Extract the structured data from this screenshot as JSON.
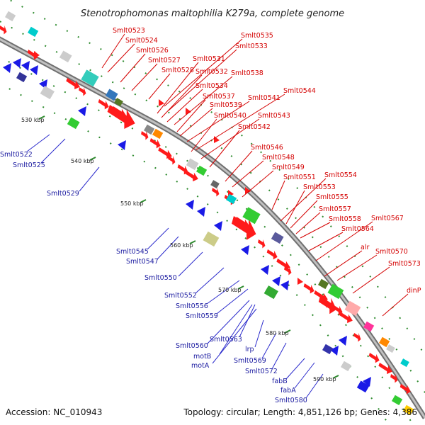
{
  "title": "Stenotrophomonas maltophilia K279a, complete genome",
  "accession": "Accession: NC_010943",
  "topology": "Topology: circular; Length: 4,851,126 bp; Genes: 4,386",
  "kbp_marks": [
    {
      "label": "530 kbp"
    },
    {
      "label": "540 kbp"
    },
    {
      "label": "550 kbp"
    },
    {
      "label": "560 kbp"
    },
    {
      "label": "570 kbp"
    },
    {
      "label": "580 kbp"
    },
    {
      "label": "590 kbp"
    }
  ],
  "forward_labels": [
    "Smlt0523",
    "Smlt0524",
    "Smlt0526",
    "Smlt0527",
    "Smlt0528",
    "Smlt0531",
    "Smlt0532",
    "Smlt0534",
    "Smlt0535",
    "Smlt0533",
    "Smlt0538",
    "Smlt0537",
    "Smlt0539",
    "Smlt0541",
    "Smlt0544",
    "Smlt0540",
    "Smlt0543",
    "Smlt0542",
    "Smlt0546",
    "Smlt0548",
    "Smlt0549",
    "Smlt0551",
    "Smlt0554",
    "Smlt0553",
    "Smlt0555",
    "Smlt0557",
    "Smlt0558",
    "Smlt0567",
    "Smlt0564",
    "alr",
    "Smlt0570",
    "Smlt0573",
    "dinP"
  ],
  "reverse_labels": [
    "Smlt0522",
    "Smlt0525",
    "Smlt0529",
    "Smlt0545",
    "Smlt0547",
    "Smlt0550",
    "Smlt0552",
    "Smlt0556",
    "Smlt0559",
    "Smlt0563",
    "Smlt0560",
    "motB",
    "motA",
    "lrp",
    "Smlt0569",
    "Smlt0572",
    "fabB",
    "fabA",
    "Smlt0580"
  ],
  "colors": {
    "forward": "#ff1a1a",
    "reverse": "#1a1ae6",
    "backbone": "#8a8a8a",
    "label_forward": "#d40000",
    "label_reverse": "#1a1aa0"
  }
}
